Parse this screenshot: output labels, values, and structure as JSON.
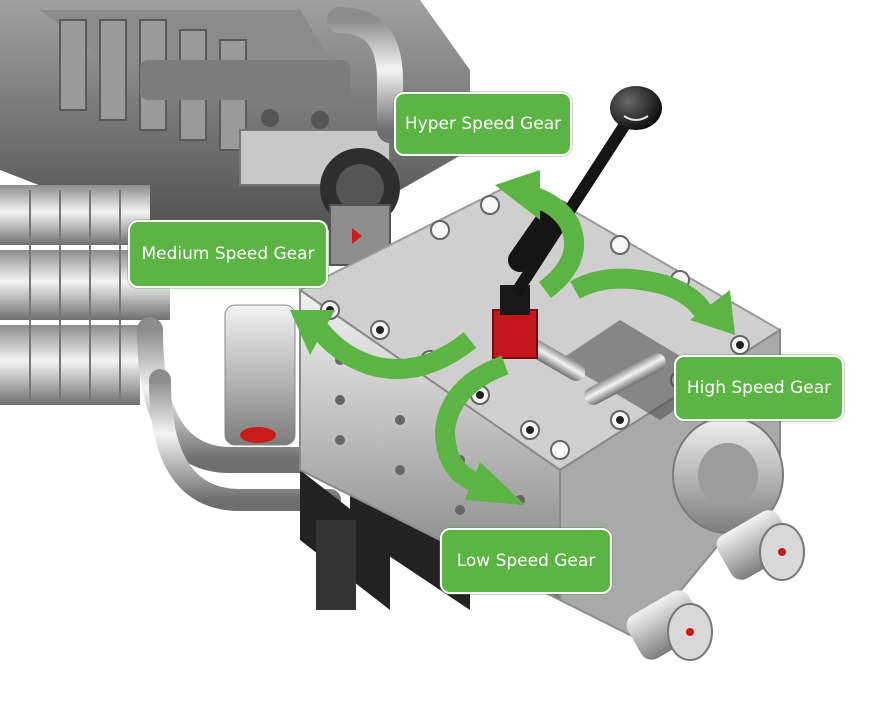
{
  "labels": {
    "hyper": "Hyper Speed Gear",
    "medium": "Medium  Speed Gear",
    "high": "High Speed Gear",
    "low": "Low Speed Gear"
  },
  "colors": {
    "label_green": "#5bb443",
    "arrow_green": "#5bb443",
    "label_text": "#ffffff"
  }
}
